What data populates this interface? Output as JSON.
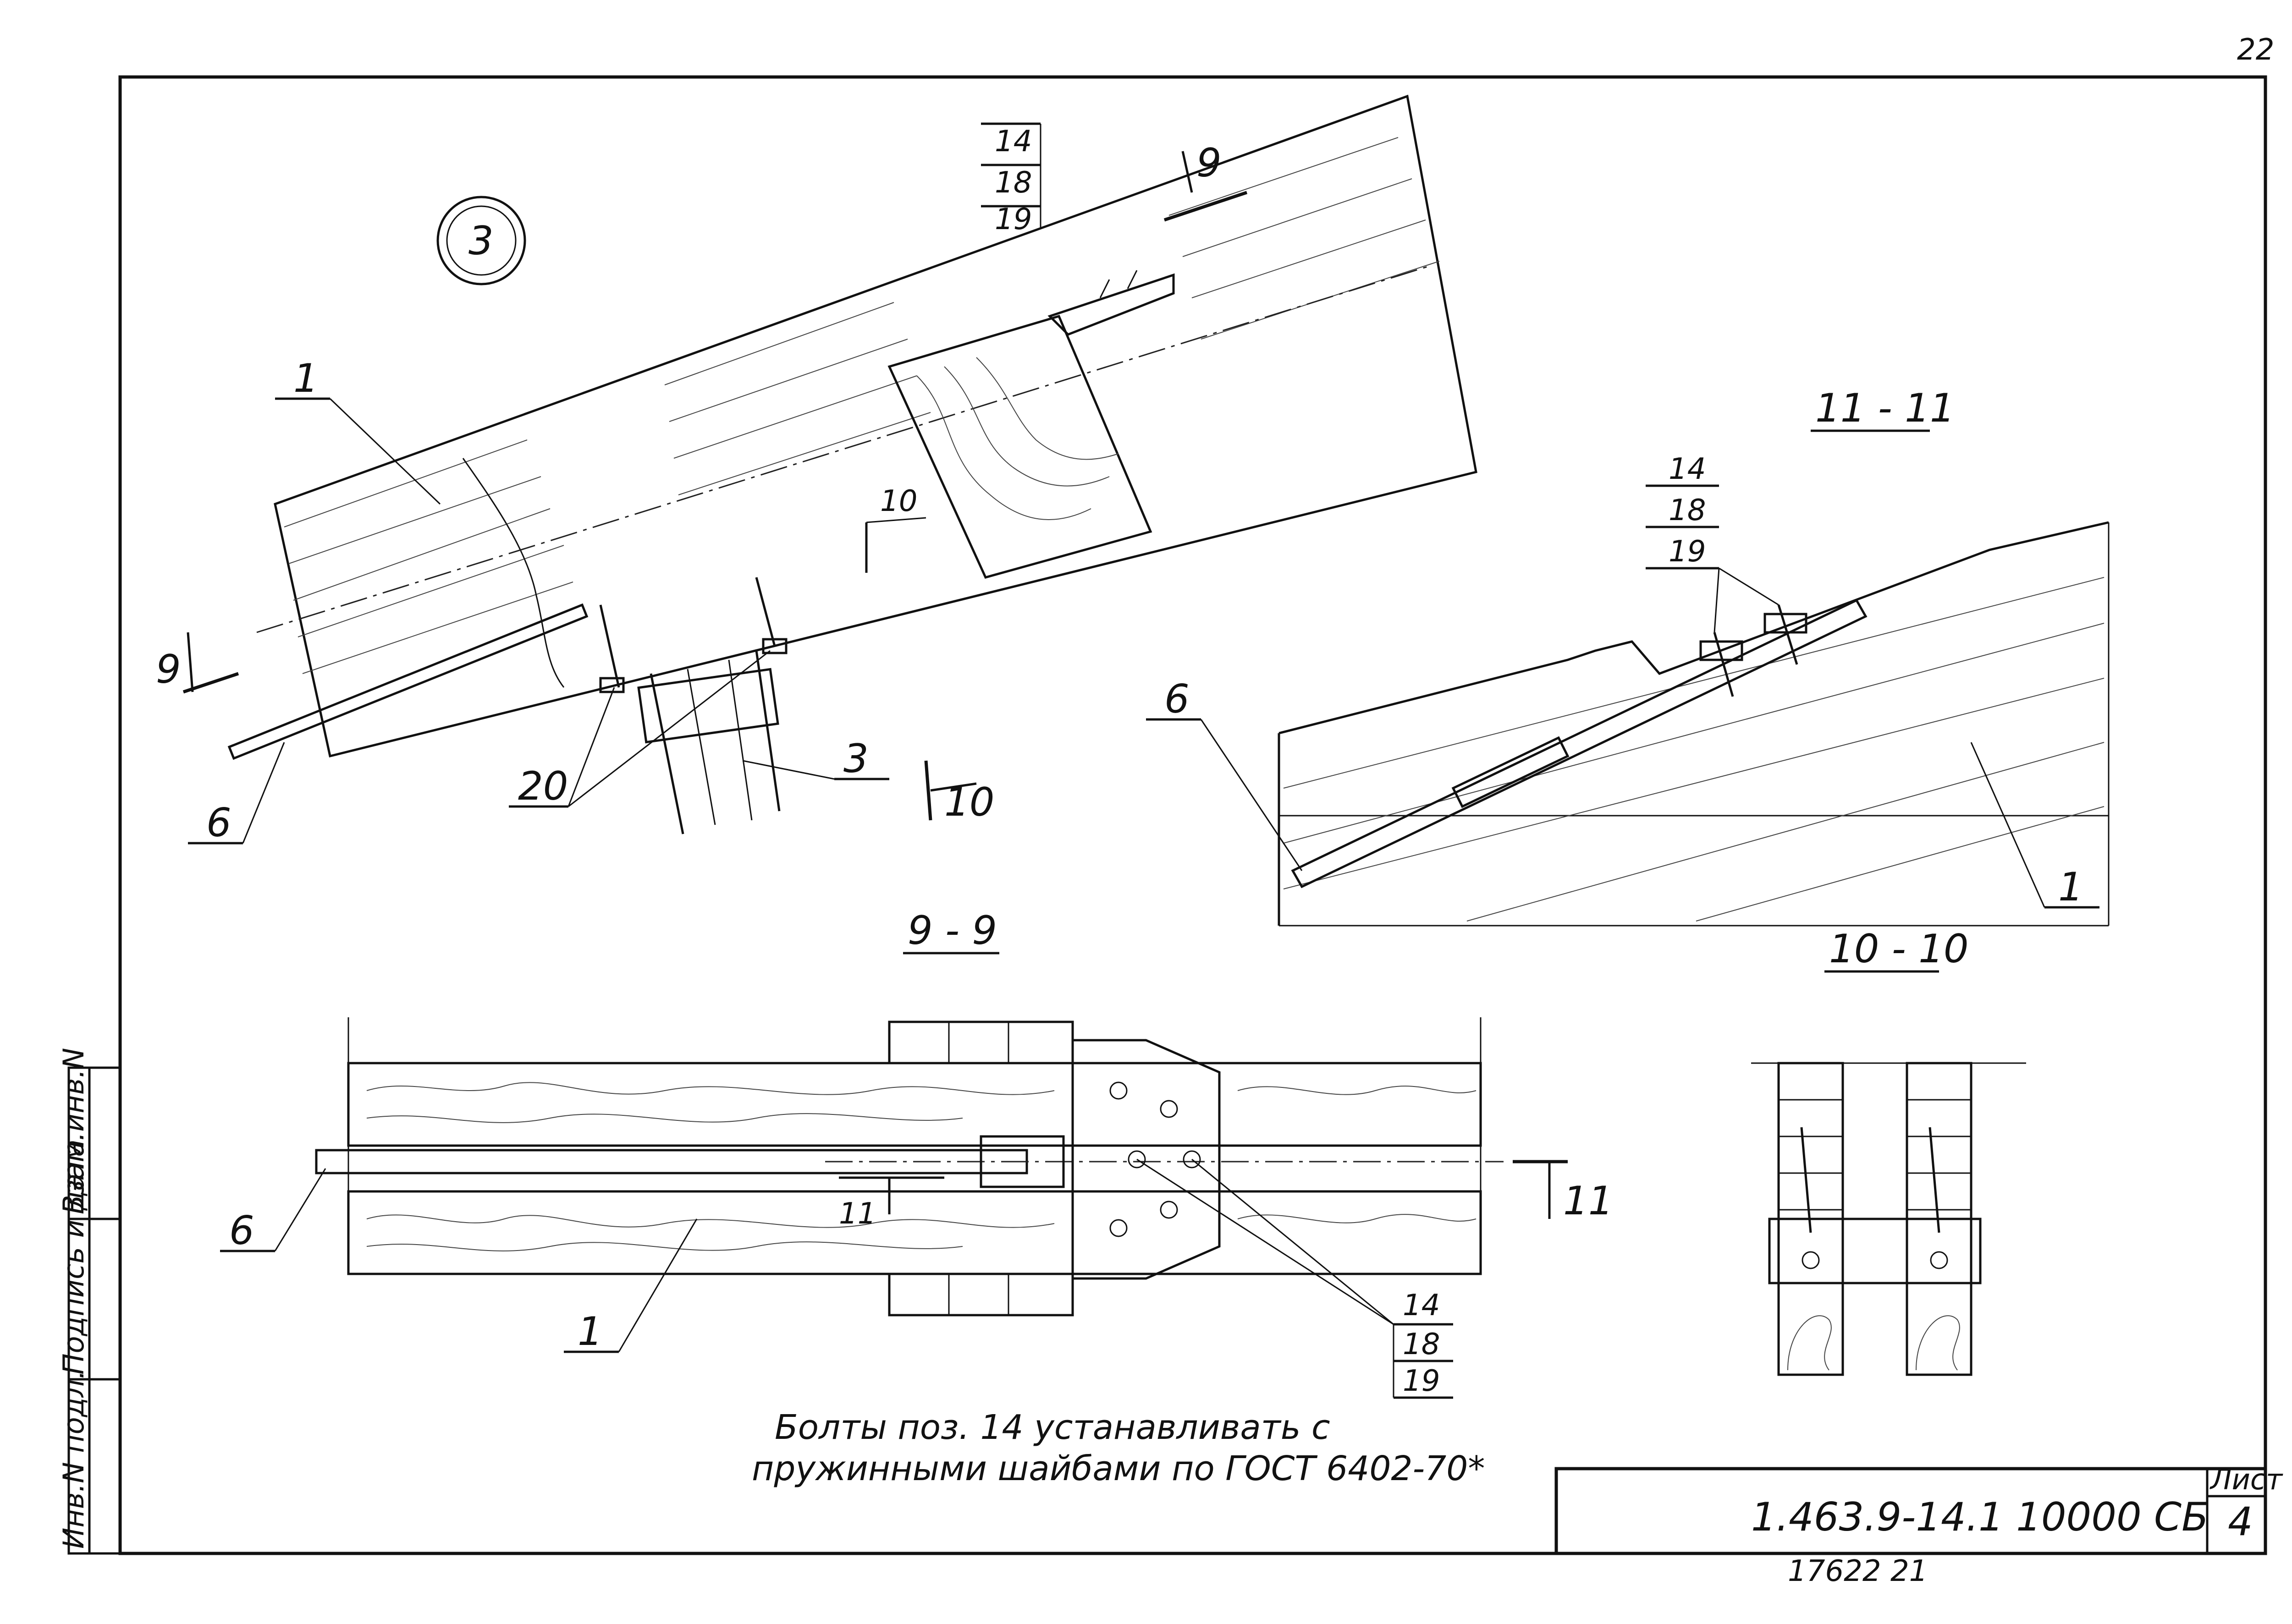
{
  "sheet": {
    "page_number": "22",
    "detail_number": "3",
    "drawing_code": "1.463.9-14.1  10000 СБ",
    "sheet_label": "Лист",
    "sheet_number": "4",
    "archive_number": "17622  21",
    "note_line1": "Болты поз. 14 устанавливать с",
    "note_line2": "пружинными шайбами по ГОСТ 6402-70*",
    "side_stamp": [
      "Инв.N подл.",
      "Подпись и дата",
      "Взам.инв.N"
    ]
  },
  "section_titles": {
    "s11": "11 - 11",
    "s9": "9 - 9",
    "s10": "10 - 10"
  },
  "section_marks": {
    "m9": "9",
    "m10": "10",
    "m11": "11"
  },
  "positions": {
    "p1": "1",
    "p3": "3",
    "p6": "6",
    "p14": "14",
    "p18": "18",
    "p19": "19",
    "p20": "20"
  }
}
